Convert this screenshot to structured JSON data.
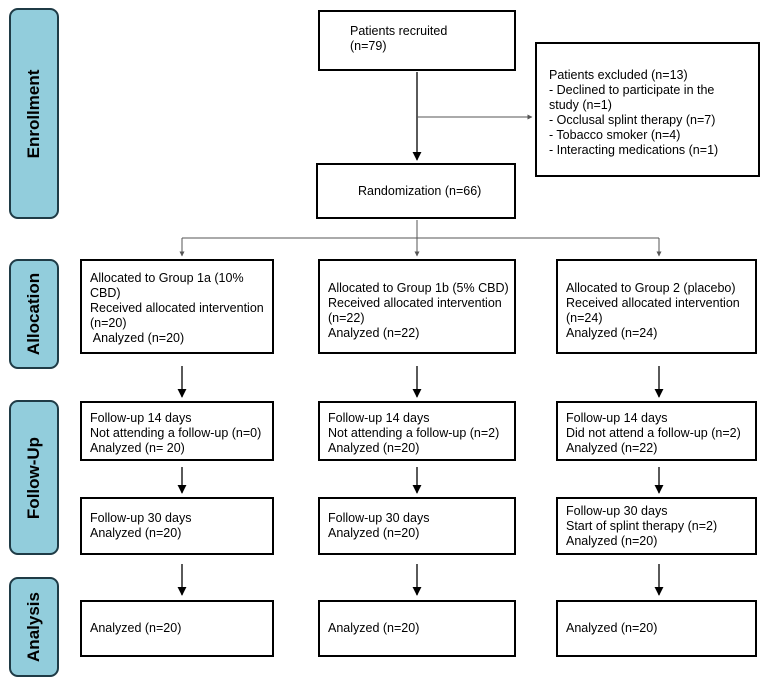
{
  "stages": {
    "enrollment": "Enrollment",
    "allocation": "Allocation",
    "followup": "Follow-Up",
    "analysis": "Analysis"
  },
  "recruited": {
    "lines": [
      "Patients recruited",
      "(n=79)"
    ]
  },
  "excluded": {
    "lines": [
      "Patients excluded (n=13)",
      "- Declined to participate in the",
      "study (n=1)",
      "- Occlusal splint therapy (n=7)",
      "- Tobacco smoker (n=4)",
      "- Interacting medications (n=1)"
    ]
  },
  "randomization": {
    "lines": [
      "Randomization (n=66)"
    ]
  },
  "groups": [
    {
      "allocation": [
        "Allocated to Group 1a (10%",
        "CBD)",
        "Received allocated intervention",
        "(n=20)",
        " Analyzed (n=20)"
      ],
      "followup14": [
        "Follow-up 14 days",
        "Not attending a follow-up (n=0)",
        "Analyzed (n= 20)"
      ],
      "followup30": [
        "Follow-up 30 days",
        "Analyzed (n=20)"
      ],
      "analysis": [
        "Analyzed (n=20)"
      ]
    },
    {
      "allocation": [
        "Allocated to Group 1b (5% CBD)",
        "Received allocated intervention",
        "(n=22)",
        "Analyzed (n=22)"
      ],
      "followup14": [
        "Follow-up 14 days",
        "Not attending a follow-up (n=2)",
        "Analyzed (n=20)"
      ],
      "followup30": [
        "Follow-up 30 days",
        "Analyzed (n=20)"
      ],
      "analysis": [
        "Analyzed (n=20)"
      ]
    },
    {
      "allocation": [
        "Allocated to Group 2 (placebo)",
        "Received allocated intervention",
        "(n=24)",
        "Analyzed (n=24)"
      ],
      "followup14": [
        "Follow-up 14 days",
        "Did not attend a follow-up (n=2)",
        "Analyzed (n=22)"
      ],
      "followup30": [
        "Follow-up 30 days",
        "Start of splint therapy (n=2)",
        "Analyzed (n=20)"
      ],
      "analysis": [
        "Analyzed (n=20)"
      ]
    }
  ],
  "colors": {
    "stage_fill": "#92cddc",
    "stage_border": "#1f3b46",
    "line": "#000000"
  }
}
